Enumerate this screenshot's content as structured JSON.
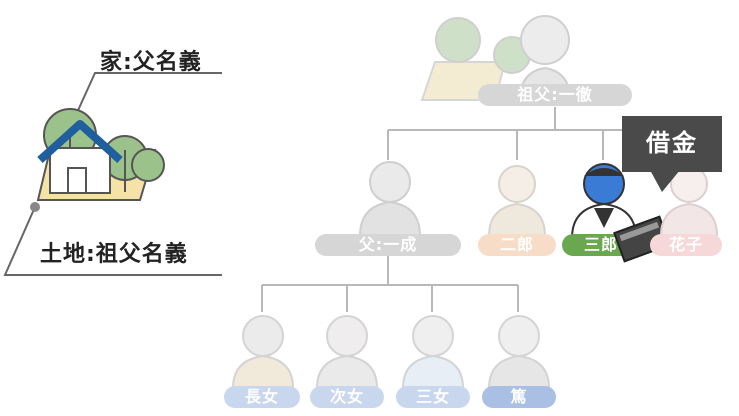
{
  "property": {
    "house_label": "家:父名義",
    "land_label": "土地:祖父名義"
  },
  "tree": {
    "grandfather": "祖父:一徹",
    "father": "父:一成",
    "jiro": "二郎",
    "saburo": "三郎",
    "hanako": "花子",
    "children": [
      "長女",
      "次女",
      "三女",
      "篤"
    ]
  },
  "debt_label": "借金",
  "colors": {
    "grey_pill": "#d6d6d6",
    "orange_pill": "#f7dcc8",
    "green_pill": "#6aa84f",
    "pink_pill": "#f6d8d8",
    "blue_pill": "#c9d7ee",
    "blue_pill_strong": "#a9bfe4",
    "roof": "#1f5f9e",
    "tree": "#8bb87a"
  }
}
